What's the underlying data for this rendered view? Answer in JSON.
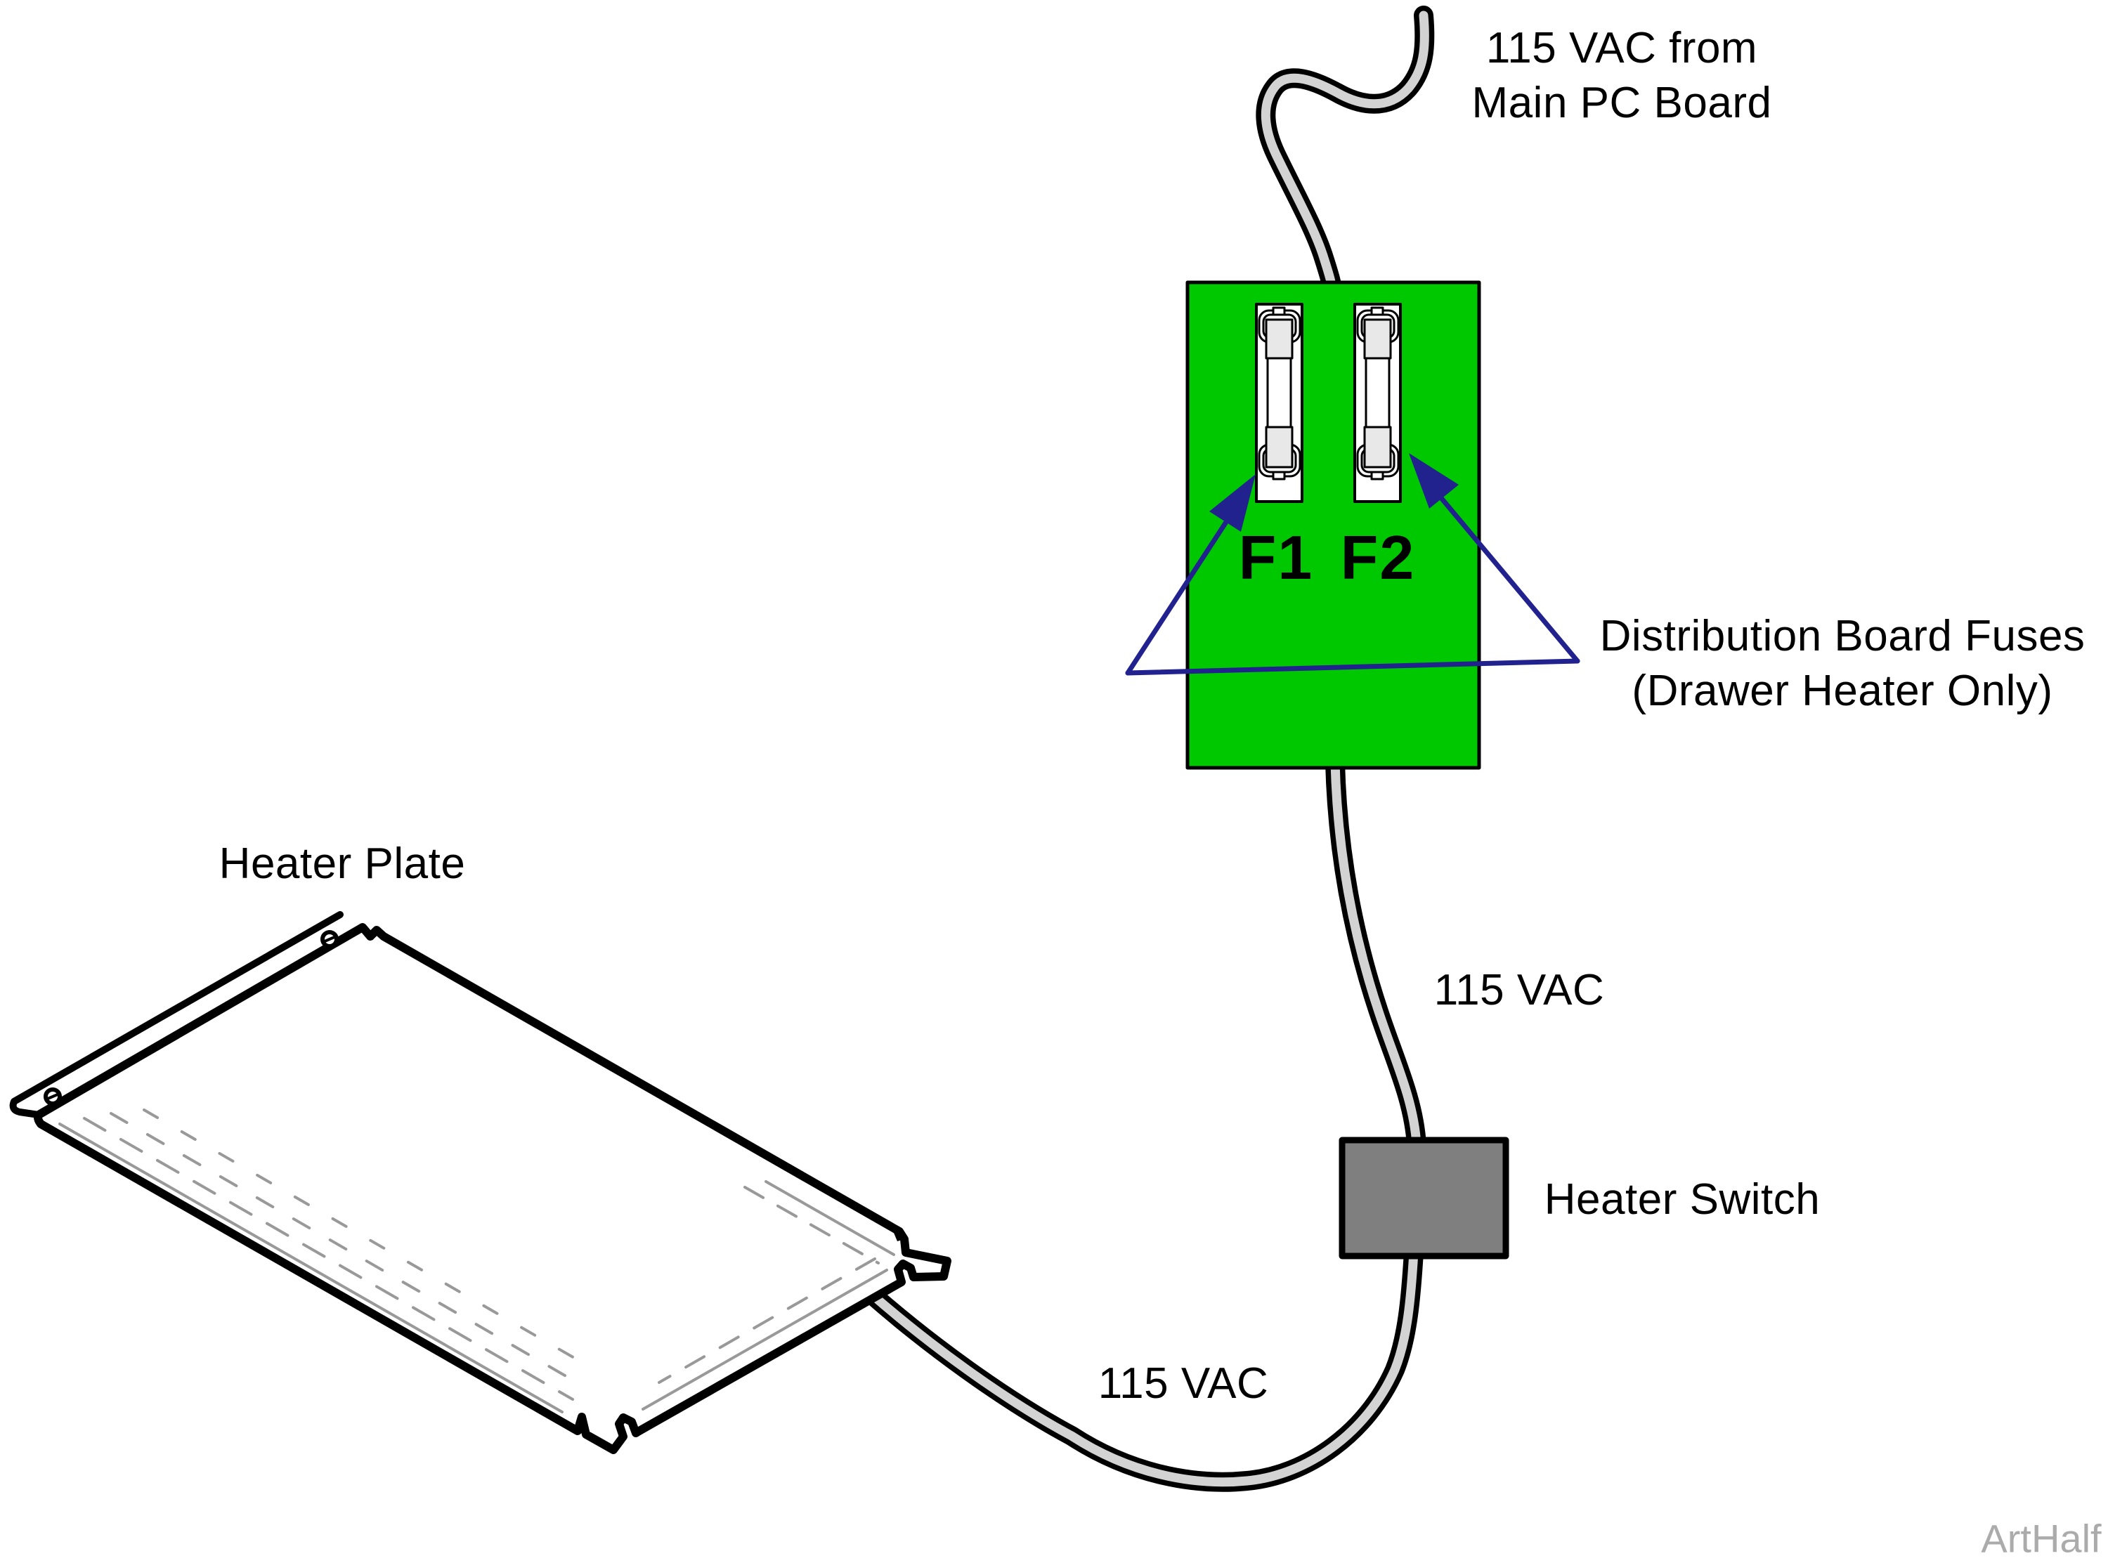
{
  "diagram": {
    "labels": {
      "source_line1": "115 VAC from",
      "source_line2": "Main PC Board",
      "fuse_f1": "F1",
      "fuse_f2": "F2",
      "fuses_note_line1": "Distribution Board Fuses",
      "fuses_note_line2": "(Drawer Heater Only)",
      "vac_upper": "115 VAC",
      "vac_lower": "115 VAC",
      "heater_switch": "Heater Switch",
      "heater_plate": "Heater Plate",
      "watermark": "ArtHalf"
    },
    "colors": {
      "board_green": "#00C800",
      "switch_gray": "#7F7F7F",
      "wire_gray": "#D3D3D3",
      "arrow_navy": "#22228F",
      "fuse_cap_gray": "#E8E8E8",
      "hidden_line_gray": "#999999",
      "watermark_gray": "#ABABAB"
    }
  }
}
